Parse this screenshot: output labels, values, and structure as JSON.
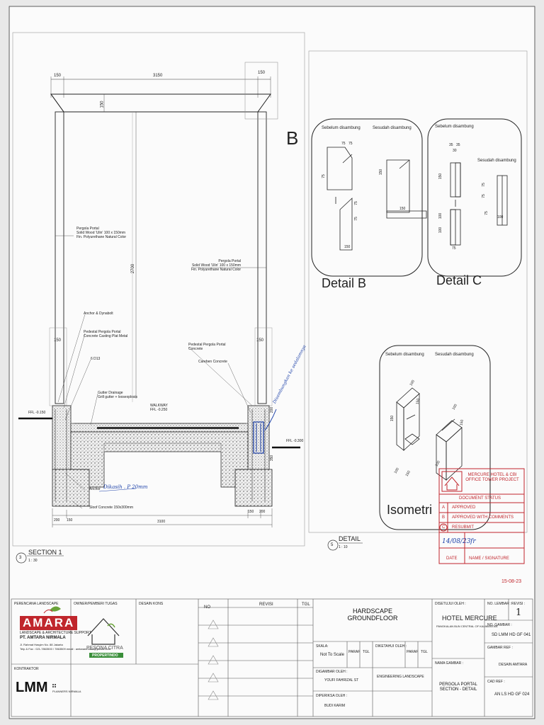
{
  "section1": {
    "dims_top": [
      "150",
      "3150",
      "150"
    ],
    "dim_150_vertical": "150",
    "dim_2700": "2700",
    "dim_150_left": "150",
    "dim_150_right": "150",
    "dim_200": "200",
    "dim_350": "350",
    "dims_bottom_small": [
      "200",
      "150",
      "150",
      "200"
    ],
    "dim_3100": "3100",
    "b_marker": "B",
    "callouts": {
      "pergola_left": [
        "Pergola Portal",
        "Solid Wood 'Ulin' 100 x 150mm",
        "Fin. Polyurethane Natural Color"
      ],
      "pergola_right": [
        "Pergola Portal",
        "Solid Wood 'Ulin' 100 x 150mm",
        "Fin. Polyurethane Natural Color"
      ],
      "anchor": "Anchor & Dynabolt",
      "pedestal_left": [
        "Pedestal Pergola Portal",
        "Concrete Casting Plat Metal"
      ],
      "d13": "6 D13",
      "pedestal_right": [
        "Pedestal Pergola Portal",
        "Concrete"
      ],
      "cerebon": "Careben Concrete",
      "gutter": [
        "Gutter Drainage",
        "Grill gutter + loosexplosis"
      ],
      "walkway": [
        "WALKWAY",
        "FFL -0.250"
      ],
      "ffl_left": "FFL -0.150",
      "ffl_right": "FFL -0.300",
      "anchor_bottom": "Anchor",
      "sloof": "Sloof Concrete 150x300mm"
    },
    "handwriting": {
      "anchor_note": "Dikasih . P 20mm",
      "side_note": "Disambungkan ke sedalamnya"
    },
    "label_number": "3",
    "label_title": "SECTION 1",
    "label_scale": "1 : 30"
  },
  "details": {
    "detail_b": {
      "before": "Sebelum disambung",
      "after": "Sesudah disambung",
      "title": "Detail B",
      "dims": [
        "75",
        "75",
        "75",
        "150",
        "75",
        "75",
        "150",
        "150"
      ]
    },
    "detail_c": {
      "before": "Sebelum disambung",
      "after": "Sesudah disambung",
      "title": "Detail C",
      "dims": [
        "35",
        "35",
        "30",
        "150",
        "75",
        "75",
        "100",
        "100",
        "75",
        "75",
        "100"
      ]
    },
    "isometri": {
      "before": "Sebelum disambung",
      "after": "Sesudah disambung",
      "title": "Isometri",
      "dims": [
        "100",
        "150",
        "150",
        "100",
        "150",
        "100",
        "150",
        "100"
      ]
    },
    "label_number": "5",
    "label_title": "DETAIL",
    "label_scale": "1 : 10"
  },
  "stamp": {
    "project": "MERCURE HOTEL & CBI OFFICE TOWER PROJECT",
    "status_title": "DOCUMENT STATUS",
    "rows": [
      {
        "letter": "A",
        "text": "APPROVED"
      },
      {
        "letter": "B",
        "text": "APPROVED WITH COMMENTS"
      },
      {
        "letter": "C",
        "text": "RESUBMIT"
      }
    ],
    "date_label": "DATE",
    "name_label": "NAME / SIGNATURE",
    "handwritten_date": "14/08/23",
    "handwritten_name": "fr",
    "corner_date": "15-08-23"
  },
  "title_block": {
    "perencana": "PERENCANA LANDSCAPE",
    "amara_tagline": "LANDSCAPE & ARCHITECTURE SUPPORT",
    "amara_company": "PT. AMTARA NIRMALA",
    "amara_address": "Jl. Rahmat Hasyim No. 88 Jakarta",
    "amara_contact": "Telp & Fax : 021-7863500 / 7863509  email : amtaranirmala@yahoo.com",
    "owner": "OWNER/PEMBERI TUGAS",
    "pesona": "PESONA CITRA",
    "pesona_sub": "PROPERTINDO",
    "desain": "DESAIN KONS",
    "kontraktor": "KONTRAKTOR",
    "lmm": "LMM",
    "lmm_sub": "PLANNERS NIRMALA",
    "rev_headers": [
      "NO",
      "REVISI",
      "TGL"
    ],
    "drawing_title": [
      "HARDSCAPE",
      "GROUNDFLOOR"
    ],
    "skala_label": "SKALA:",
    "skala_value": "Not To Scale",
    "paraf": "PARAF",
    "tgl": "TGL",
    "diketahui": "DIKETAHUI OLEH :",
    "digambar_label": "DIGAMBAR OLEH :",
    "digambar_value": "YOUFI FAHRIZAL ST",
    "engineering": "ENGINEERING LANDSCAPE",
    "diperiksa": "DIPERIKSA OLEH :",
    "diperiksa_value": "BUDI KARIM",
    "project_label": "DISETUJUI OLEH :",
    "project_name": "HOTEL MERCURE",
    "project_sub": "PANGKALAN BUN CENTRAL OF KALIMANTAN",
    "nama_gambar": "NAMA GAMBAR :",
    "drawing_name": [
      "PERGOLA PORTAL",
      "SECTION - DETAIL"
    ],
    "no_lembar": "NO. LEMBAR :",
    "revisi_label": "REVISI :",
    "revisi_value": "1",
    "no_gambar": "NO. GAMBAR :",
    "no_gambar_value": "SD LMM HD GF 041",
    "gambar_ref": "GAMBAR REF :",
    "desain_amtara": "DESAIN AMTARA",
    "cad_ref": "CAD REF :",
    "cad_value": "AN LS HD GF 024"
  }
}
